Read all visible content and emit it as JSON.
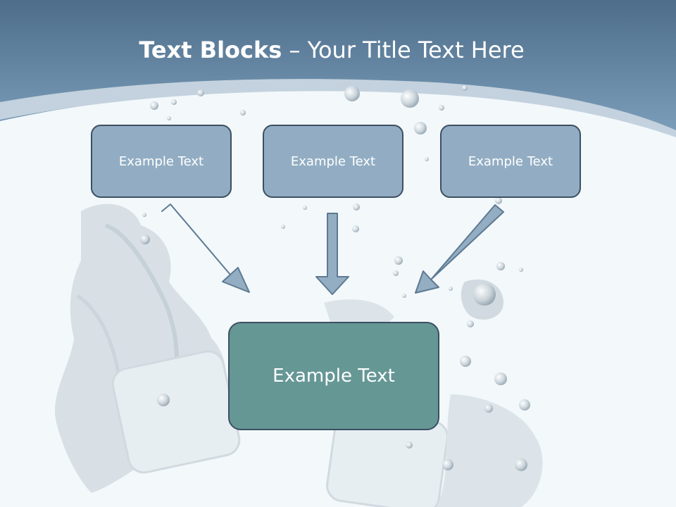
{
  "slide": {
    "title_bold": "Text Blocks",
    "title_rest": " – Your Title Text Here"
  },
  "diagram": {
    "top_boxes": [
      {
        "label": "Example Text"
      },
      {
        "label": "Example Text"
      },
      {
        "label": "Example Text"
      }
    ],
    "target_box": {
      "label": "Example Text"
    }
  },
  "colors": {
    "header_band": "#6a8fae",
    "top_box_fill": "#92adc3",
    "target_box_fill": "#659795",
    "border": "#3d4f63",
    "arrow_fill": "#93adc2"
  }
}
